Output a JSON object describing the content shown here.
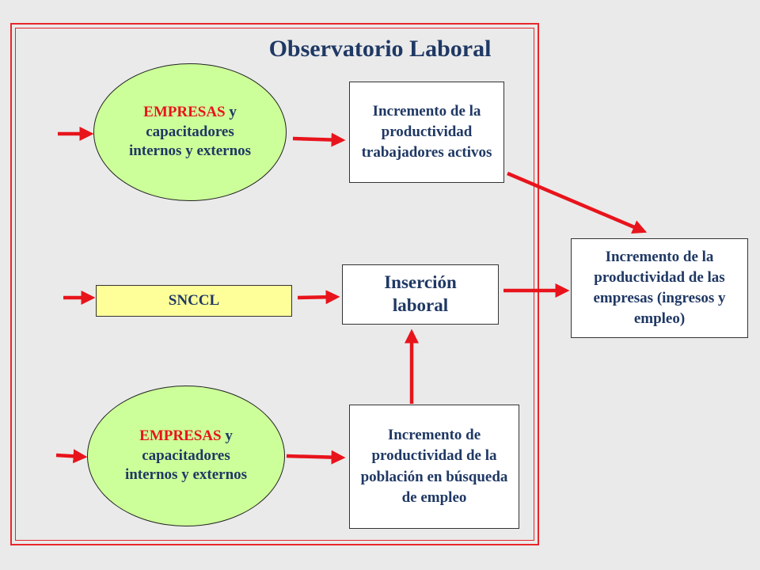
{
  "title": "Observatorio Laboral",
  "nodes": {
    "empresas_top": {
      "highlight": "EMPRESAS",
      "rest": " y capacitadores internos y externos"
    },
    "empresas_bottom": {
      "highlight": "EMPRESAS",
      "rest": " y capacitadores internos y externos"
    },
    "sncc": "SNCCL",
    "productividad_activos": "Incremento de la productividad trabajadores activos",
    "insercion": "Inserción laboral",
    "productividad_busqueda": "Incremento de productividad de la población en búsqueda de empleo",
    "productividad_empresas": "Incremento de la productividad de las empresas (ingresos y empleo)"
  },
  "colors": {
    "frame": "#e8262b",
    "arrow": "#e8141c",
    "ellipse_fill": "#ccff99",
    "sncc_fill": "#ffff99",
    "text": "#1f3864",
    "highlight": "#e8141c",
    "background": "#eaeaea"
  }
}
